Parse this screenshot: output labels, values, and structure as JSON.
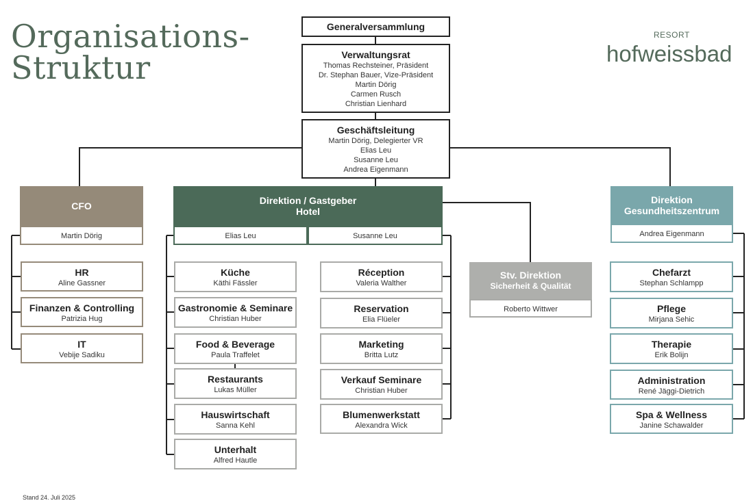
{
  "title": {
    "line1": "Organisations-",
    "line2": "Struktur"
  },
  "brand": {
    "small": "RESORT",
    "name": "hofweissbad"
  },
  "generalversammlung": {
    "name": "Generalversammlung"
  },
  "verwaltungsrat": {
    "name": "Verwaltungsrat",
    "members": [
      "Thomas Rechsteiner, Präsident",
      "Dr. Stephan Bauer, Vize-Präsident",
      "Martin Dörig",
      "Carmen Rusch",
      "Christian Lienhard"
    ]
  },
  "geschaeftsleitung": {
    "name": "Geschäftsleitung",
    "members": [
      "Martin Dörig, Delegierter VR",
      "Elias Leu",
      "Susanne Leu",
      "Andrea Eigenmann"
    ]
  },
  "cfo": {
    "title": "CFO",
    "person": "Martin Dörig",
    "color": "#958a79",
    "units": [
      {
        "name": "HR",
        "person": "Aline Gassner"
      },
      {
        "name": "Finanzen & Controlling",
        "person": "Patrizia Hug"
      },
      {
        "name": "IT",
        "person": "Vebije Sadiku"
      }
    ]
  },
  "direktion": {
    "title1": "Direktion / Gastgeber",
    "title2": "Hotel",
    "person_left": "Elias Leu",
    "person_right": "Susanne Leu",
    "color": "#4b6a58",
    "left_units": [
      {
        "name": "Küche",
        "person": "Käthi Fässler"
      },
      {
        "name": "Gastronomie & Seminare",
        "person": "Christian Huber"
      },
      {
        "name": "Food & Beverage",
        "person": "Paula Traffelet"
      },
      {
        "name": "Restaurants",
        "person": "Lukas Müller"
      },
      {
        "name": "Hauswirtschaft",
        "person": "Sanna Kehl"
      },
      {
        "name": "Unterhalt",
        "person": "Alfred Hautle"
      }
    ],
    "right_units": [
      {
        "name": "Réception",
        "person": "Valeria Walther"
      },
      {
        "name": "Reservation",
        "person": "Elia Flüeler"
      },
      {
        "name": "Marketing",
        "person": "Britta Lutz"
      },
      {
        "name": "Verkauf Seminare",
        "person": "Christian Huber"
      },
      {
        "name": "Blumenwerkstatt",
        "person": "Alexandra Wick"
      }
    ]
  },
  "stv": {
    "title1": "Stv. Direktion",
    "title2": "Sicherheit & Qualität",
    "person": "Roberto Wittwer",
    "color": "#aeafac"
  },
  "gesundheit": {
    "title1": "Direktion",
    "title2": "Gesundheitszentrum",
    "person": "Andrea Eigenmann",
    "color": "#7aa7ab",
    "units": [
      {
        "name": "Chefarzt",
        "person": "Stephan Schlampp"
      },
      {
        "name": "Pflege",
        "person": "Mirjana Sehic"
      },
      {
        "name": "Therapie",
        "person": "Erik Bolijn"
      },
      {
        "name": "Administration",
        "person": "René Jäggi-Dietrich"
      },
      {
        "name": "Spa & Wellness",
        "person": "Janine Schawalder"
      }
    ]
  },
  "footer": {
    "stand": "Stand 24. Juli 2025"
  }
}
